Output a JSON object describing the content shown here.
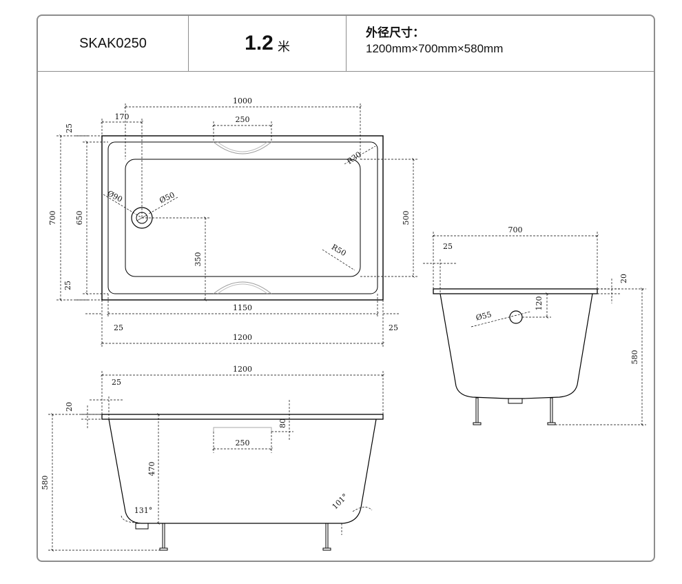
{
  "header": {
    "model": "SKAK0250",
    "size_value": "1.2",
    "size_unit": "米",
    "dims_title": "外径尺寸：",
    "dims_value": "1200mm×700mm×580mm"
  },
  "top_view": {
    "width_1000": "1000",
    "offset_170": "170",
    "armrest_250": "250",
    "rim_25_top": "25",
    "height_700": "700",
    "inner_650": "650",
    "radius_r30": "R30",
    "dia_90": "Ø90",
    "dia_50": "Ø50",
    "inner_500": "500",
    "drain_350": "350",
    "radius_r50": "R50",
    "rim_25_bottom": "25",
    "inner_1150": "1150",
    "rim_25_left": "25",
    "rim_25_right": "25",
    "length_1200": "1200"
  },
  "side_view": {
    "length_1200": "1200",
    "rim_25": "25",
    "rim_20": "20",
    "overflow_80": "80",
    "slot_250": "250",
    "depth_470": "470",
    "height_580": "580",
    "angle_131": "131°",
    "angle_101": "101°"
  },
  "end_view": {
    "width_700": "700",
    "rim_25": "25",
    "rim_20": "20",
    "offset_120": "120",
    "dia_55": "Ø55",
    "height_580": "580"
  }
}
